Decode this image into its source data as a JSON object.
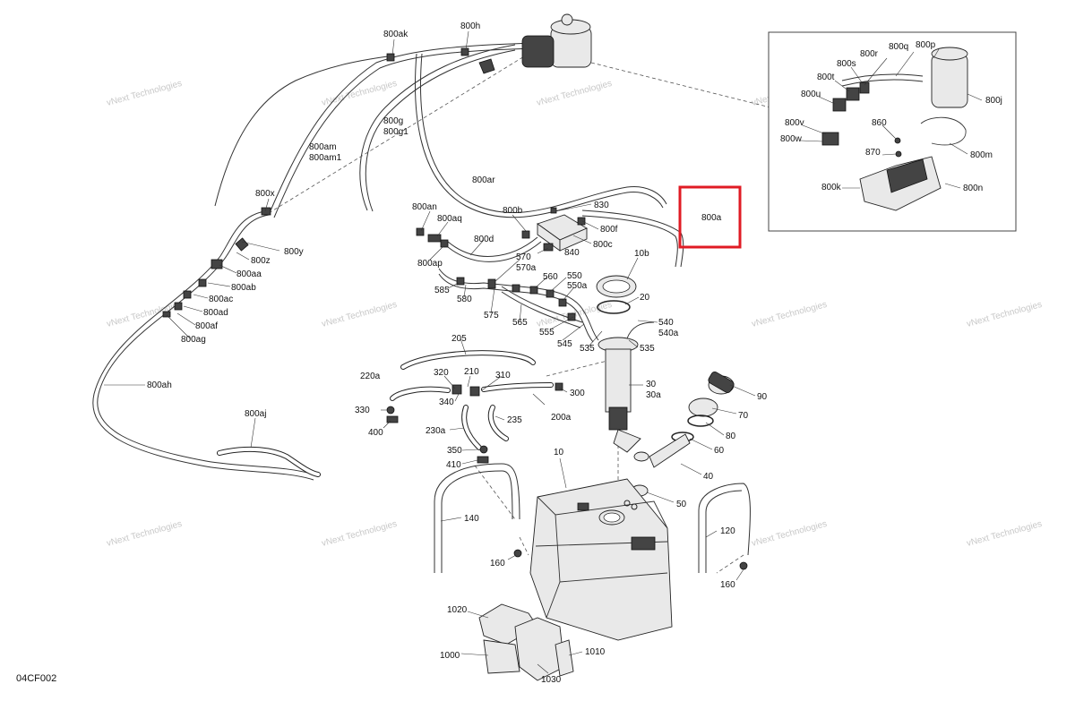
{
  "diagram": {
    "code": "04CF002",
    "watermark": {
      "line1": "vNext Technologies",
      "line2": "Technologies",
      "big": "vNext"
    },
    "labels": {
      "800ak": "800ak",
      "800h": "800h",
      "800g": "800g",
      "800g1": "800g1",
      "800am": "800am",
      "800am1": "800am1",
      "800ar": "800ar",
      "800x": "800x",
      "800an": "800an",
      "800aq": "800aq",
      "800b": "800b",
      "830": "830",
      "800a": "800a",
      "800f": "800f",
      "800c": "800c",
      "800d": "800d",
      "800y": "800y",
      "800z": "800z",
      "800aa": "800aa",
      "800ab": "800ab",
      "800ac": "800ac",
      "800ad": "800ad",
      "800af": "800af",
      "800ag": "800ag",
      "800ah": "800ah",
      "800aj": "800aj",
      "800ap": "800ap",
      "840": "840",
      "570": "570",
      "570a": "570a",
      "560": "560",
      "550": "550",
      "550a": "550a",
      "585": "585",
      "580": "580",
      "575": "575",
      "565": "565",
      "555": "555",
      "545": "545",
      "535": "535",
      "540": "540",
      "540a": "540a",
      "10b": "10b",
      "20": "20",
      "205": "205",
      "220a": "220a",
      "320": "320",
      "210": "210",
      "310": "310",
      "300": "300",
      "330": "330",
      "340": "340",
      "400": "400",
      "235": "235",
      "230a": "230a",
      "200a": "200a",
      "350": "350",
      "410": "410",
      "30": "30",
      "30a": "30a",
      "90": "90",
      "70": "70",
      "80": "80",
      "60": "60",
      "40": "40",
      "50": "50",
      "10": "10",
      "140": "140",
      "120": "120",
      "160a": "160",
      "160b": "160",
      "1020": "1020",
      "1000": "1000",
      "1010": "1010",
      "1030": "1030",
      "800r": "800r",
      "800q": "800q",
      "800p": "800p",
      "800s": "800s",
      "800t": "800t",
      "800u": "800u",
      "800j": "800j",
      "800v": "800v",
      "860": "860",
      "800w": "800w",
      "870": "870",
      "800m": "800m",
      "800k": "800k",
      "800n": "800n"
    },
    "highlight": {
      "label": "800a",
      "color": "#e01b24"
    }
  }
}
